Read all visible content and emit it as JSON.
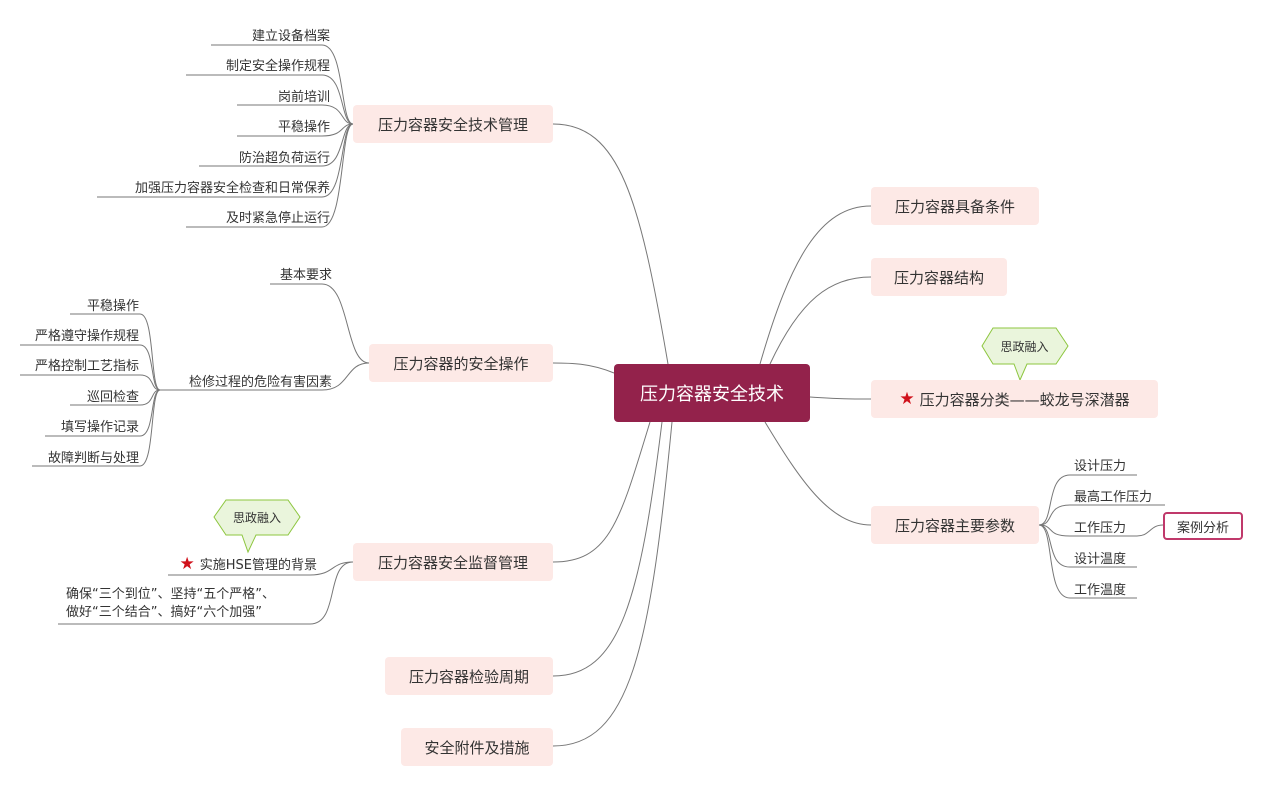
{
  "central": "压力容器安全技术",
  "left_branches": [
    {
      "label": "压力容器安全技术管理",
      "children": [
        "建立设备档案",
        "制定安全操作规程",
        "岗前培训",
        "平稳操作",
        "防治超负荷运行",
        "加强压力容器安全检查和日常保养",
        "及时紧急停止运行"
      ]
    },
    {
      "label": "压力容器的安全操作",
      "children": [
        {
          "label": "基本要求"
        },
        {
          "label": "检修过程的危险有害因素",
          "children": [
            "平稳操作",
            "严格遵守操作规程",
            "严格控制工艺指标",
            "巡回检查",
            "填写操作记录",
            "故障判断与处理"
          ]
        }
      ]
    },
    {
      "label": "压力容器安全监督管理",
      "callout": "思政融入",
      "children": [
        {
          "label": "实施HSE管理的背景",
          "icon": "star-icon"
        },
        {
          "line1": "确保“三个到位”、坚持“五个严格”、",
          "line2": "做好“三个结合”、搞好“六个加强”"
        }
      ]
    },
    {
      "label": "压力容器检验周期"
    },
    {
      "label": "安全附件及措施"
    }
  ],
  "right_branches": [
    {
      "label": "压力容器具备条件"
    },
    {
      "label": "压力容器结构"
    },
    {
      "label": "压力容器分类——蛟龙号深潜器",
      "icon": "star-icon",
      "callout": "思政融入"
    },
    {
      "label": "压力容器主要参数",
      "children": [
        "设计压力",
        "最高工作压力",
        "工作压力",
        "设计温度",
        "工作温度"
      ],
      "case_label": "案例分析"
    }
  ],
  "colors": {
    "central": "#93224b",
    "node": "#fde9e6",
    "star": "#d0111b",
    "callout_border": "#8dc63f",
    "callout_fill": "#eaf5dc",
    "case_border": "#c0396b"
  }
}
